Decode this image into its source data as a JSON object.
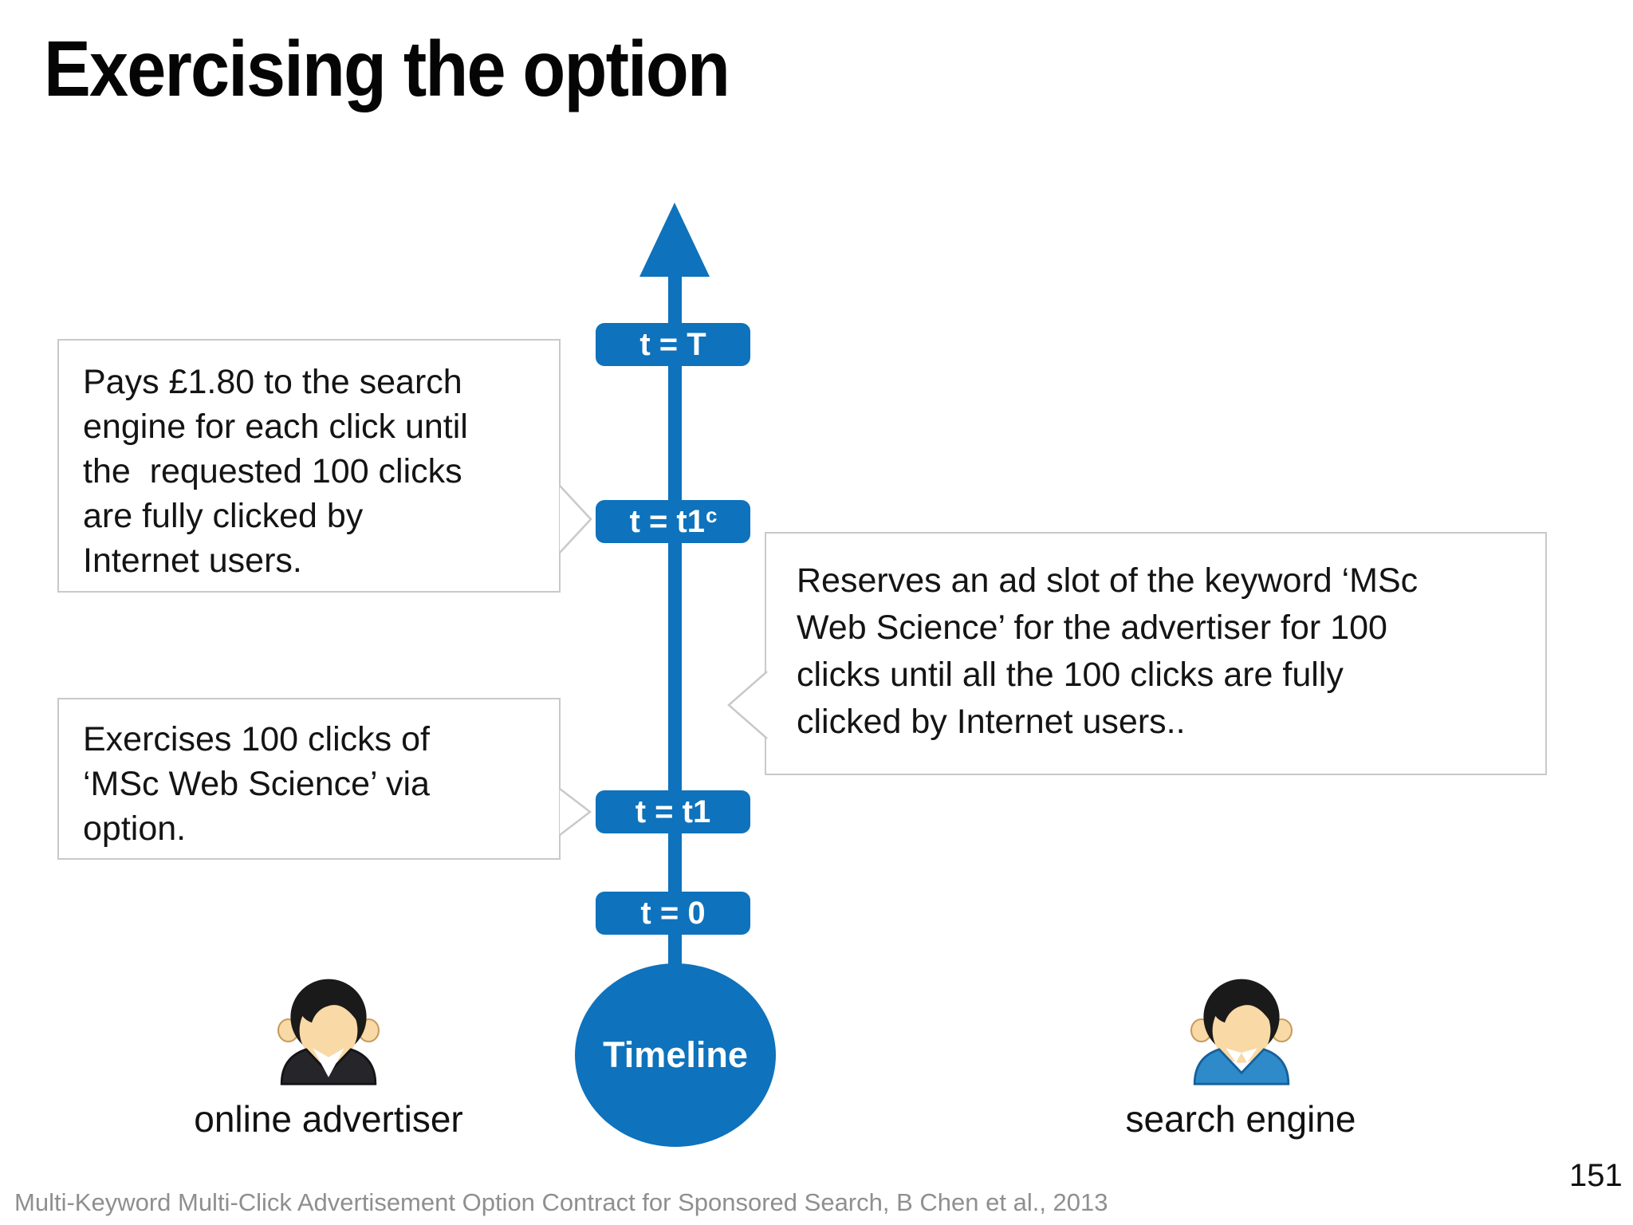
{
  "title": "Exercising the option",
  "colors": {
    "accent_blue": "#0e72bc",
    "callout_border": "#c9c9c9",
    "text_black": "#141414",
    "footer_gray": "#8f8f8f",
    "suit_dark": "#26262a",
    "shirt_blue": "#2e8ac8",
    "skin": "#f9d9a5",
    "hair": "#1a1a1a"
  },
  "timeline": {
    "circle_label": "Timeline",
    "labels": [
      {
        "text": "t = T",
        "sup": ""
      },
      {
        "text": "t = t1",
        "sup": "c"
      },
      {
        "text": "t = t1",
        "sup": ""
      },
      {
        "text": "t = 0",
        "sup": ""
      }
    ]
  },
  "callouts": {
    "pays": "Pays £1.80 to the search\nengine for each click until\nthe  requested 100 clicks\nare fully clicked by\nInternet users.",
    "exercises": "Exercises 100 clicks of\n‘MSc Web Science’ via\noption.",
    "reserves": "Reserves an ad slot of the keyword ‘MSc\nWeb Science’ for the advertiser for 100\nclicks until all the 100 clicks are fully\nclicked by Internet users.."
  },
  "actors": {
    "advertiser": {
      "label": "online advertiser",
      "icon": "person-dark-suit-icon"
    },
    "search_engine": {
      "label": "search engine",
      "icon": "person-blue-shirt-icon"
    }
  },
  "footer": {
    "citation": "Multi-Keyword Multi-Click Advertisement Option Contract for Sponsored Search, B Chen et al., 2013",
    "page_number": "151"
  }
}
